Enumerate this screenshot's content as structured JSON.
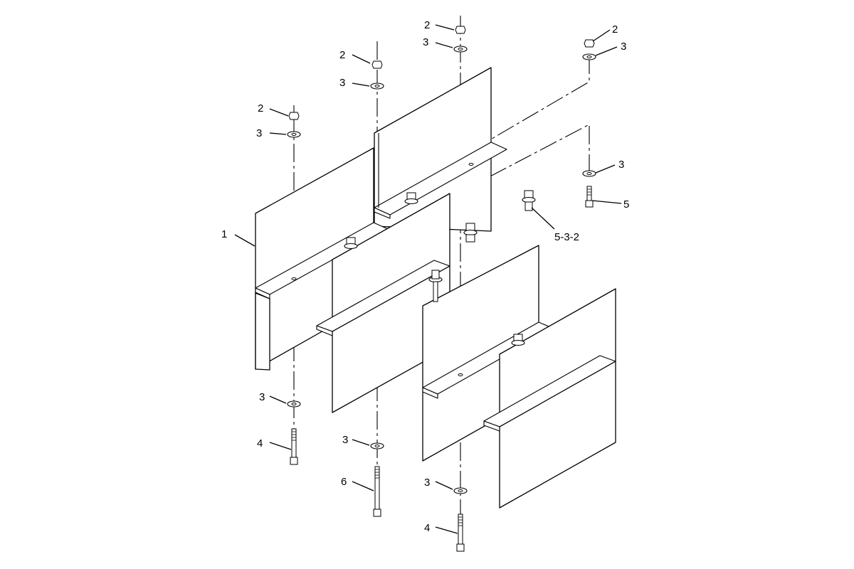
{
  "callouts": {
    "c1": "1",
    "c2a": "2",
    "c2b": "2",
    "c2c": "2",
    "c2d": "2",
    "c3a": "3",
    "c3b": "3",
    "c3c": "3",
    "c3d": "3",
    "c3e": "3",
    "c3f": "3",
    "c3g": "3",
    "c3h": "3",
    "c4a": "4",
    "c4b": "4",
    "c5": "5",
    "c532": "5-3-2",
    "c6": "6"
  }
}
